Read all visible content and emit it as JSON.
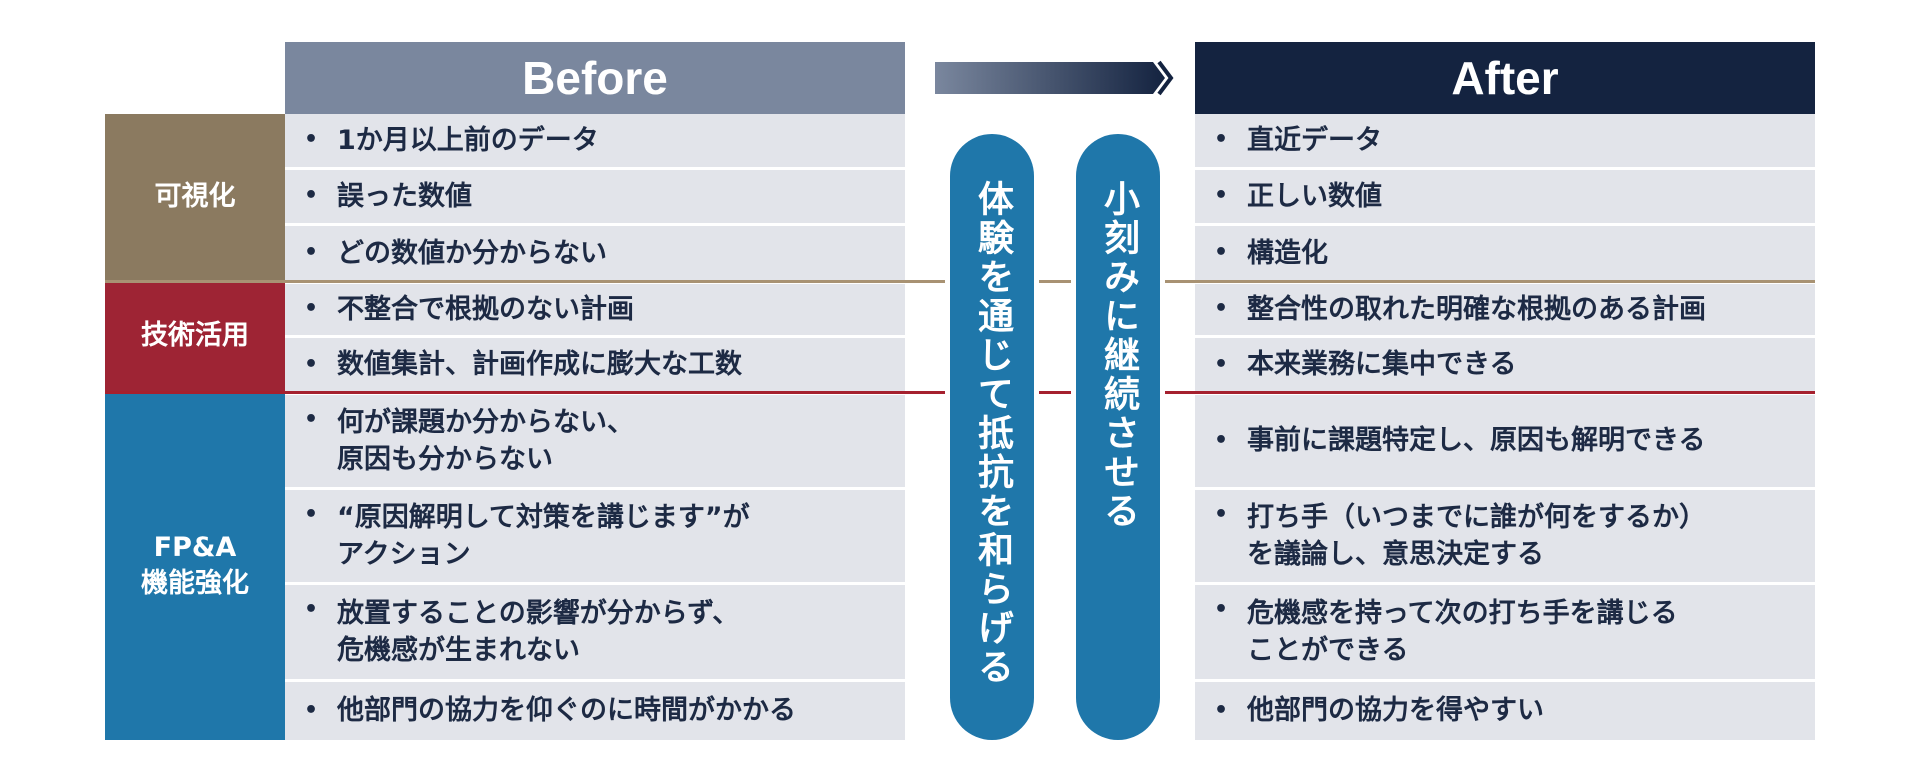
{
  "headers": {
    "before": "Before",
    "after": "After"
  },
  "categories": [
    {
      "id": "vis",
      "lines": [
        "可視化"
      ],
      "color": "#8b7a60"
    },
    {
      "id": "tech",
      "lines": [
        "技術活用"
      ],
      "color": "#9e2434"
    },
    {
      "id": "fpa",
      "lines": [
        "FP&A",
        "機能強化"
      ],
      "color": "#1f77aa"
    }
  ],
  "before_rows": [
    "1か月以上前のデータ",
    "誤った数値",
    "どの数値か分からない",
    "不整合で根拠のない計画",
    "数値集計、計画作成に膨大な工数",
    "何が課題か分からない、\n原因も分からない",
    "“原因解明して対策を講じます”が\nアクション",
    "放置することの影響が分からず、\n危機感が生まれない",
    "他部門の協力を仰ぐのに時間がかかる"
  ],
  "after_rows": [
    "直近データ",
    "正しい数値",
    "構造化",
    "整合性の取れた明確な根拠のある計画",
    "本来業務に集中できる",
    "事前に課題特定し、原因も解明できる",
    "打ち手（いつまでに誰が何をするか）\nを議論し、意思決定する",
    "危機感を持って次の打ち手を講じる\nことができる",
    "他部門の協力を得やすい"
  ],
  "bullet": "•",
  "pills": [
    "体験を通じて抵抗を和らげる",
    "小刻みに継続させる"
  ],
  "colors": {
    "before_header": "#7a879e",
    "after_header": "#142340",
    "cell_bg": "#e2e4ea",
    "pill": "#1f77aa",
    "separator_brown": "#a89273",
    "separator_red": "#a5202e"
  }
}
